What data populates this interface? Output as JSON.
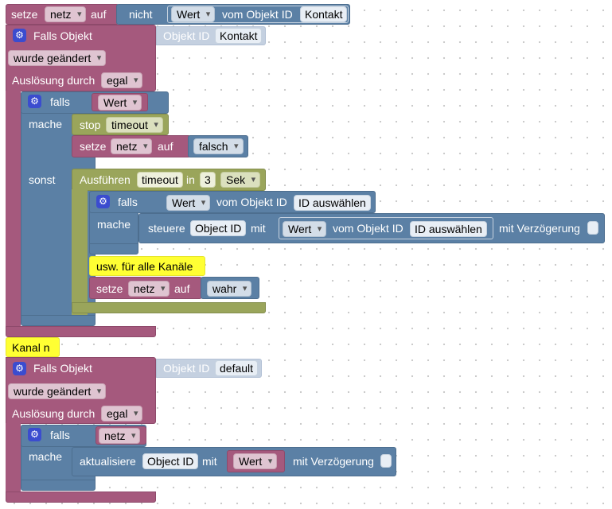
{
  "top_set": {
    "setze": "setze",
    "var": "netz",
    "auf": "auf",
    "nicht": "nicht",
    "wert": "Wert",
    "vom": "vom Objekt ID",
    "obj": "Kontakt"
  },
  "falls1": {
    "label": "Falls Objekt",
    "objekt_id": "Objekt ID",
    "obj": "Kontakt",
    "change": "wurde geändert",
    "ausloesung": "Auslösung durch",
    "egal": "egal"
  },
  "if1": {
    "falls": "falls",
    "wert": "Wert",
    "mache": "mache",
    "sonst": "sonst"
  },
  "stop": {
    "label": "stop",
    "timeout": "timeout"
  },
  "set_false": {
    "setze": "setze",
    "var": "netz",
    "auf": "auf",
    "val": "falsch"
  },
  "exec": {
    "label": "Ausführen",
    "timeout": "timeout",
    "in": "in",
    "num": "3",
    "unit": "Sek"
  },
  "if2": {
    "falls": "falls",
    "wert": "Wert",
    "vom": "vom Objekt ID",
    "id": "ID auswählen",
    "mache": "mache"
  },
  "steuere": {
    "label": "steuere",
    "obj": "Object ID",
    "mit": "mit",
    "wert": "Wert",
    "vom": "vom Objekt ID",
    "id": "ID auswählen",
    "delay": "mit Verzögerung"
  },
  "comment1": "usw. für alle Kanäle",
  "set_true": {
    "setze": "setze",
    "var": "netz",
    "auf": "auf",
    "val": "wahr"
  },
  "comment2": "Kanal n",
  "falls2": {
    "label": "Falls Objekt",
    "objekt_id": "Objekt ID",
    "obj": "default",
    "change": "wurde geändert",
    "ausloesung": "Auslösung durch",
    "egal": "egal"
  },
  "if3": {
    "falls": "falls",
    "var": "netz",
    "mache": "mache"
  },
  "update": {
    "label": "aktualisiere",
    "obj": "Object ID",
    "mit": "mit",
    "wert": "Wert",
    "delay": "mit Verzögerung"
  },
  "colors": {
    "variables": "#a5597d",
    "logic": "#5b80a5",
    "timeouts": "#9aa55b",
    "comment": "#ffff33",
    "event_icon": "#3b4ccf"
  }
}
